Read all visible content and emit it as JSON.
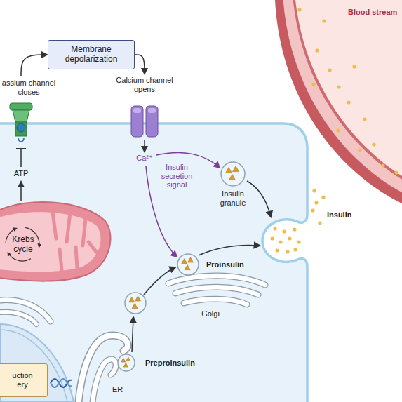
{
  "diagram": {
    "nodes": [
      {
        "text": [
          "Membrane depolarization"
        ]
      },
      {
        "text": [
          "assium channel closes"
        ]
      },
      {
        "text": [
          "Calcium channel opens"
        ]
      },
      {
        "text": [
          "uction ery"
        ]
      }
    ],
    "edges": [
      {
        "from": 1,
        "to": 0,
        "arrow": "to"
      },
      {
        "from": 0,
        "to": 2,
        "arrow": "to"
      }
    ],
    "labels": [
      "ATP",
      "Krebs cycle",
      "Ca²⁺",
      "Insulin secretion signal",
      "Insulin granule",
      "Proinsulin",
      "Golgi",
      "Preproinsulin",
      "ER",
      "Blood stream",
      "Insulin"
    ]
  }
}
